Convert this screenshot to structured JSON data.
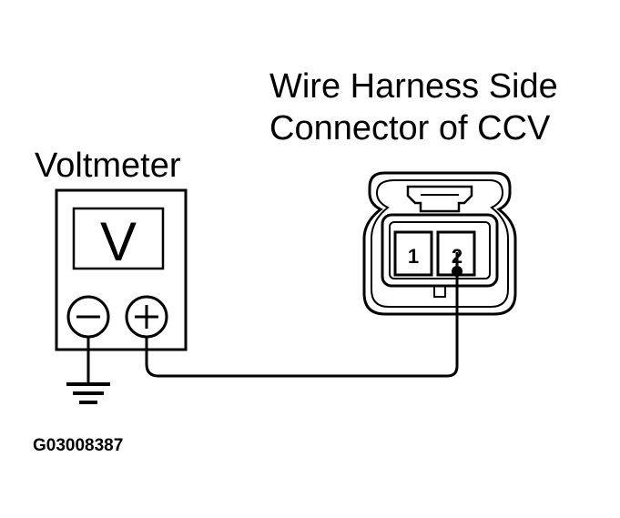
{
  "connector": {
    "title_line1": "Wire Harness Side",
    "title_line2": "Connector of CCV",
    "pins": [
      "1",
      "2"
    ]
  },
  "voltmeter": {
    "label": "Voltmeter",
    "display_symbol": "V",
    "negative_terminal": "negative-terminal-icon",
    "positive_terminal": "positive-terminal-icon"
  },
  "figure_id": "G03008387",
  "colors": {
    "line": "#000000",
    "background": "#ffffff"
  }
}
